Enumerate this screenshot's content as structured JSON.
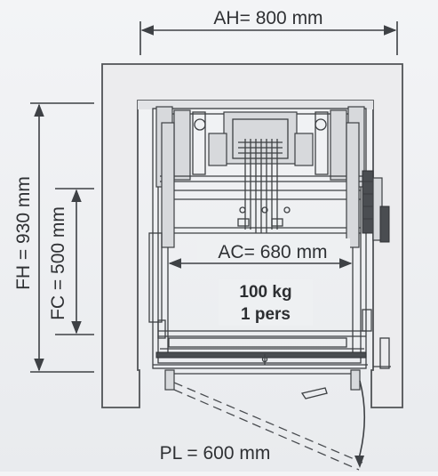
{
  "dimensions": {
    "shaft_width": "AH= 800 mm",
    "shaft_depth": "FH = 930 mm",
    "car_width": "AC= 680 mm",
    "car_depth": "FC = 500 mm",
    "door_width": "PL = 600 mm"
  },
  "capacity": {
    "load": "100 kg",
    "persons": "1 pers"
  },
  "colors": {
    "line": "#3e4145",
    "wall_fill": "#ececee",
    "background": "#eef0f2"
  }
}
